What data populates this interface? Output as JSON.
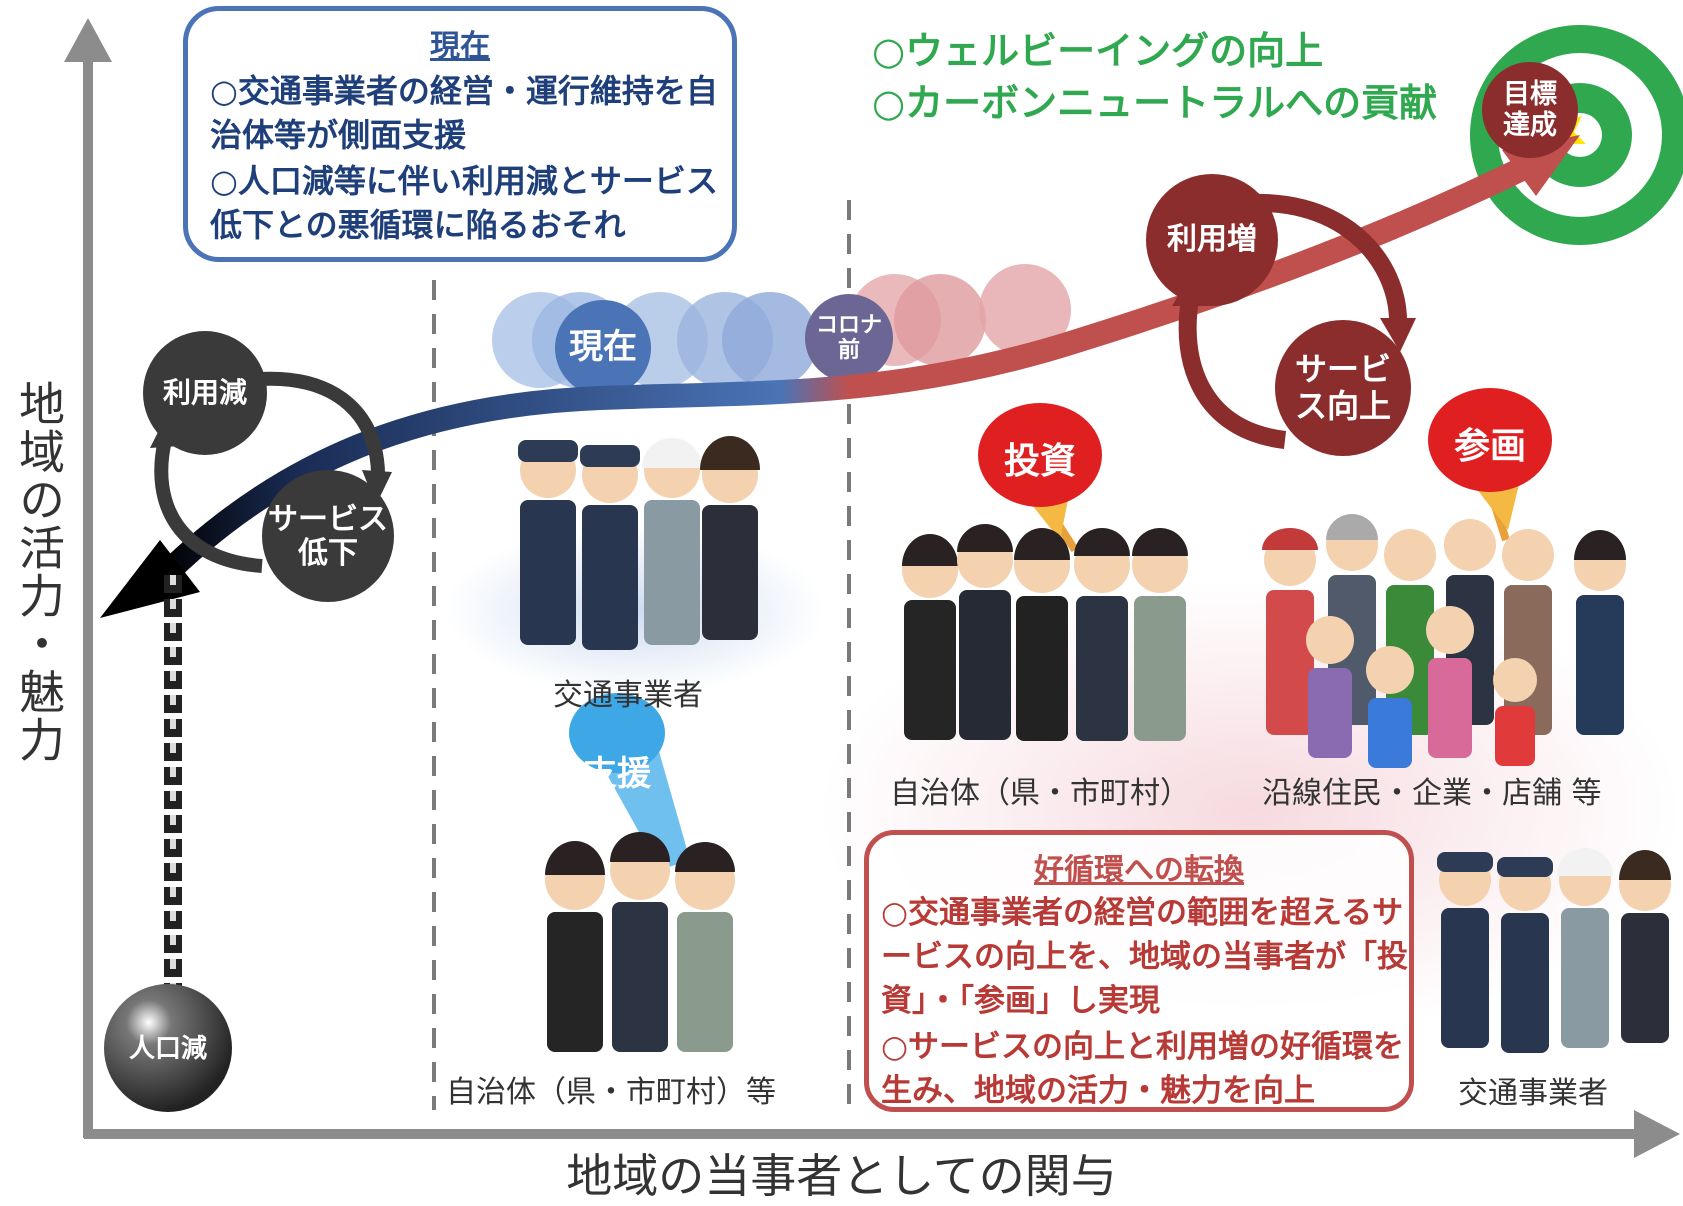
{
  "current_box": {
    "title": "現在",
    "item1": "○交通事業者の経営・運行維持を自治体等が側面支援",
    "item2": "○人口減等に伴い利用減とサービス低下との悪循環に陥るおそれ"
  },
  "goals": {
    "line1": "○ウェルビーイングの向上",
    "line2": "○カーボンニュートラルへの貢献"
  },
  "target": {
    "label": "目標達成"
  },
  "vicious_cycle": {
    "usage_down": "利用減",
    "service_down": "サービス低下",
    "weight": "人口減"
  },
  "good_cycle": {
    "usage_up": "利用増",
    "service_up": "サービス向上"
  },
  "timeline": {
    "now": "現在",
    "pre_covid": "コロナ前"
  },
  "fans": {
    "invest": "投資",
    "participate": "参画",
    "support": "支援"
  },
  "captions": {
    "transport_operators_mid": "交通事業者",
    "municipalities_support": "自治体（県・市町村）等",
    "municipalities_invest": "自治体（県・市町村）",
    "residents": "沿線住民・企業・店舗 等",
    "transport_operators_right": "交通事業者"
  },
  "good_box": {
    "title": "好循環への転換",
    "item1": "○交通事業者の経営の範囲を超えるサービスの向上を、地域の当事者が「投資」・「参画」し実現",
    "item2": "○サービスの向上と利用増の好循環を生み、地域の活力・魅力を向上"
  },
  "axes": {
    "y_label": "地域の活力・魅力",
    "x_label": "地域の当事者としての関与"
  },
  "colors": {
    "blue": "#4a74b6",
    "red": "#c0504d",
    "dark_red": "#8b2d2d",
    "green": "#2fa84f",
    "dark_gray": "#3a3a3a"
  }
}
